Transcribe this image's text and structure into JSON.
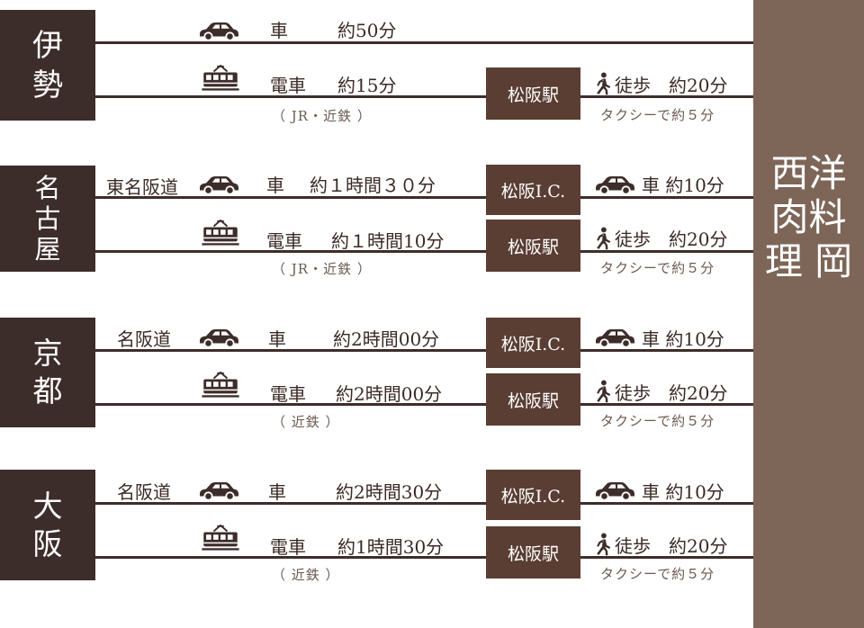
{
  "destination": {
    "name": "西洋肉料理 岡"
  },
  "colors": {
    "dark": "#3d2d2a",
    "station": "#5a3e33",
    "destination": "#7d6658"
  },
  "icons": {
    "car": "car-icon",
    "train": "train-icon",
    "walk": "walk-icon"
  },
  "routes": {
    "ise": {
      "city": "伊勢",
      "car": {
        "mode": "車",
        "time": "約50分"
      },
      "train": {
        "mode": "電車",
        "time": "約15分",
        "note": "（ JR・近鉄 ）",
        "station": "松阪駅",
        "last": "徒歩　約20分",
        "taxi": "タクシーで約５分"
      }
    },
    "nagoya": {
      "city": "名古屋",
      "car": {
        "road": "東名阪道",
        "mode": "車",
        "time": "約１時間３０分",
        "station": "松阪I.C.",
        "last": "車 約10分"
      },
      "train": {
        "mode": "電車",
        "time": "約１時間10分",
        "note": "（ JR・近鉄 ）",
        "station": "松阪駅",
        "last": "徒歩　約20分",
        "taxi": "タクシーで約５分"
      }
    },
    "kyoto": {
      "city": "京都",
      "car": {
        "road": "名阪道",
        "mode": "車",
        "time": "約2時間00分",
        "station": "松阪I.C.",
        "last": "車 約10分"
      },
      "train": {
        "mode": "電車",
        "time": "約2時間00分",
        "note": "（ 近鉄 ）",
        "station": "松阪駅",
        "last": "徒歩　約20分",
        "taxi": "タクシーで約５分"
      }
    },
    "osaka": {
      "city": "大阪",
      "car": {
        "road": "名阪道",
        "mode": "車",
        "time": "約2時間30分",
        "station": "松阪I.C.",
        "last": "車 約10分"
      },
      "train": {
        "mode": "電車",
        "time": "約1時間30分",
        "note": "（ 近鉄 ）",
        "station": "松阪駅",
        "last": "徒歩　約20分",
        "taxi": "タクシーで約５分"
      }
    }
  }
}
